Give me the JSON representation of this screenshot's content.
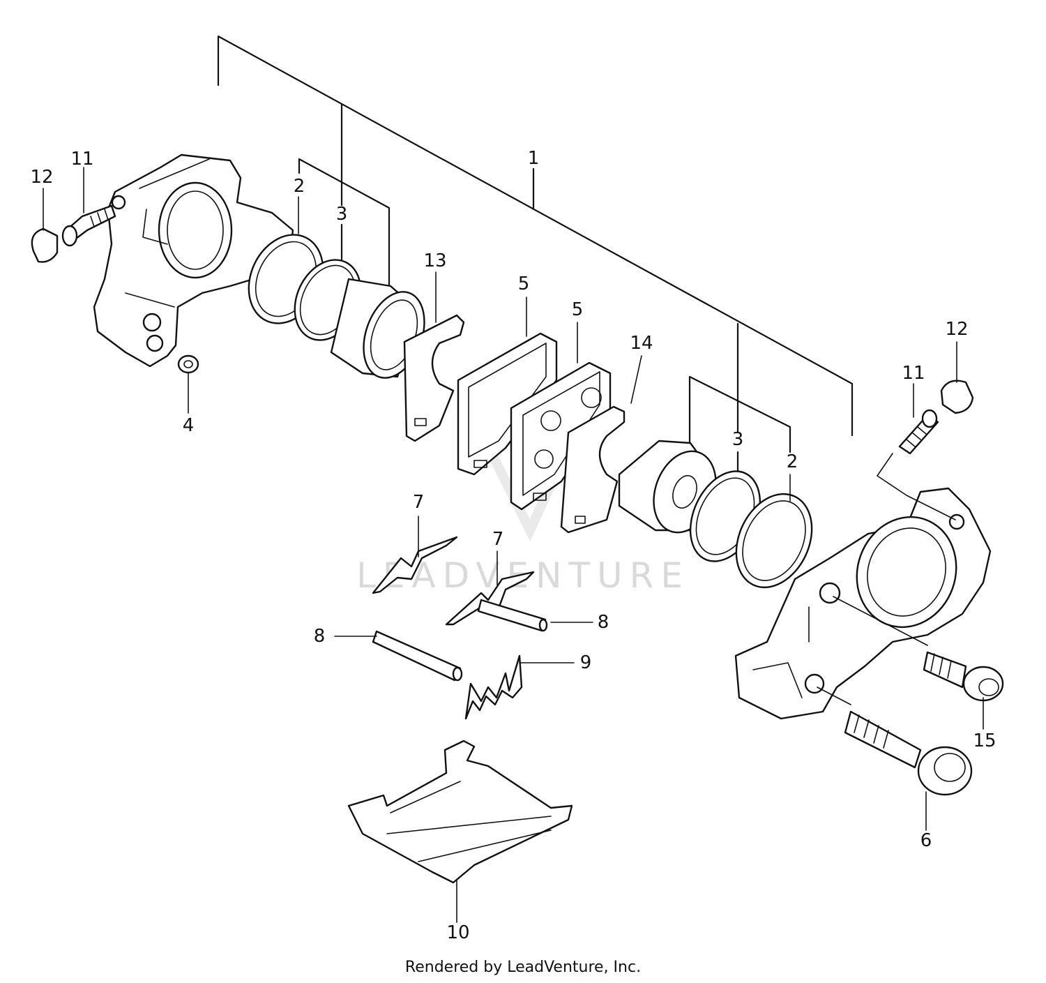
{
  "diagram": {
    "watermark": "LEADVENTURE",
    "callouts": {
      "c1": "1",
      "c2_left": "2",
      "c2_right": "2",
      "c3_left": "3",
      "c3_right": "3",
      "c4": "4",
      "c5_a": "5",
      "c5_b": "5",
      "c6": "6",
      "c7_a": "7",
      "c7_b": "7",
      "c8_left": "8",
      "c8_right": "8",
      "c9": "9",
      "c10": "10",
      "c11_left": "11",
      "c11_right": "11",
      "c12_left": "12",
      "c12_right": "12",
      "c13": "13",
      "c14": "14",
      "c15": "15"
    }
  },
  "footer": {
    "text": "Rendered by LeadVenture, Inc."
  }
}
